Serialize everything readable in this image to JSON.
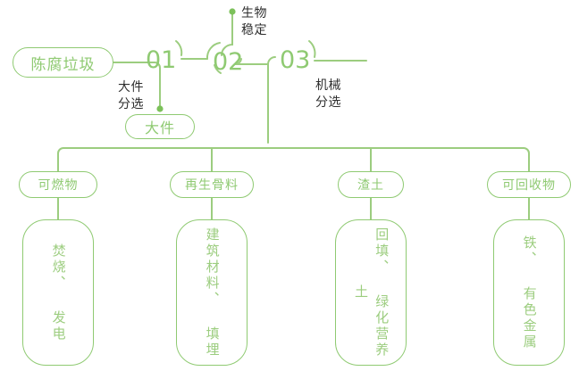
{
  "diagram": {
    "title_node": {
      "label": "陈腐垃圾"
    },
    "accent_color": "#8fca72",
    "line_color": "#9ccd7f",
    "text_dark": "#2f2f2f",
    "stages": [
      {
        "number": "01",
        "annotation": "大件\n分选",
        "annotation_line1": "大件",
        "annotation_line2": "分选"
      },
      {
        "number": "02",
        "annotation": "生物\n稳定",
        "annotation_line1": "生物",
        "annotation_line2": "稳定"
      },
      {
        "number": "03",
        "annotation": "机械\n分选",
        "annotation_line1": "机械",
        "annotation_line2": "分选"
      }
    ],
    "stage_outputs": [
      {
        "label": "大件"
      }
    ],
    "branches": [
      {
        "category": "可燃物",
        "outcome": "焚烧、 发电"
      },
      {
        "category": "再生骨料",
        "outcome": "建筑材料、 填埋"
      },
      {
        "category": "渣土",
        "outcome": "回填、 绿化营养土"
      },
      {
        "category": "可回收物",
        "outcome": "铁、 有色金属"
      }
    ]
  }
}
